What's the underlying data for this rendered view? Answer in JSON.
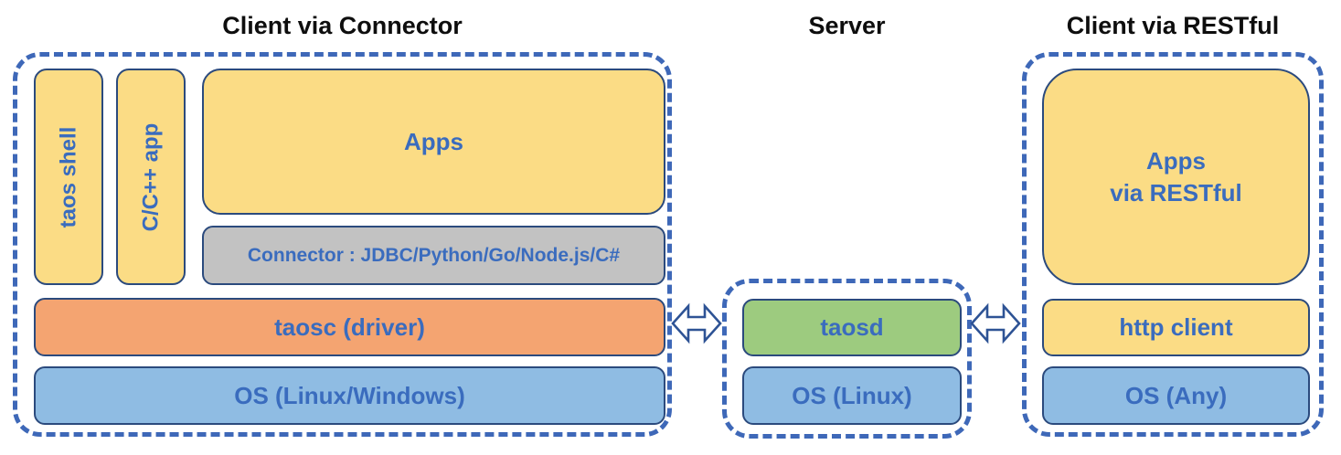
{
  "groups": {
    "client_connector": {
      "title": "Client via Connector",
      "taos_shell": "taos shell",
      "cpp_app": "C/C++ app",
      "apps": "Apps",
      "connector": "Connector : JDBC/Python/Go/Node.js/C#",
      "taosc": "taosc (driver)",
      "os": "OS (Linux/Windows)"
    },
    "server": {
      "title": "Server",
      "taosd": "taosd",
      "os": "OS (Linux)"
    },
    "client_restful": {
      "title": "Client via RESTful",
      "apps_line1": "Apps",
      "apps_line2": "via RESTful",
      "http_client": "http client",
      "os": "OS (Any)"
    },
    "icons": {
      "left_link": "double-headed-arrow-icon",
      "right_link": "double-headed-arrow-icon"
    },
    "colors": {
      "box_yellow": "#fbdc85",
      "box_orange": "#f4a471",
      "box_blue": "#8fbce3",
      "box_green": "#9dcb7f",
      "box_gray": "#c2c2c2",
      "label_blue": "#3a6cbe",
      "box_border_navy": "#2b4a7d",
      "dashed_border_blue": "#3e68b8",
      "title_black": "#0e0e0e"
    }
  }
}
